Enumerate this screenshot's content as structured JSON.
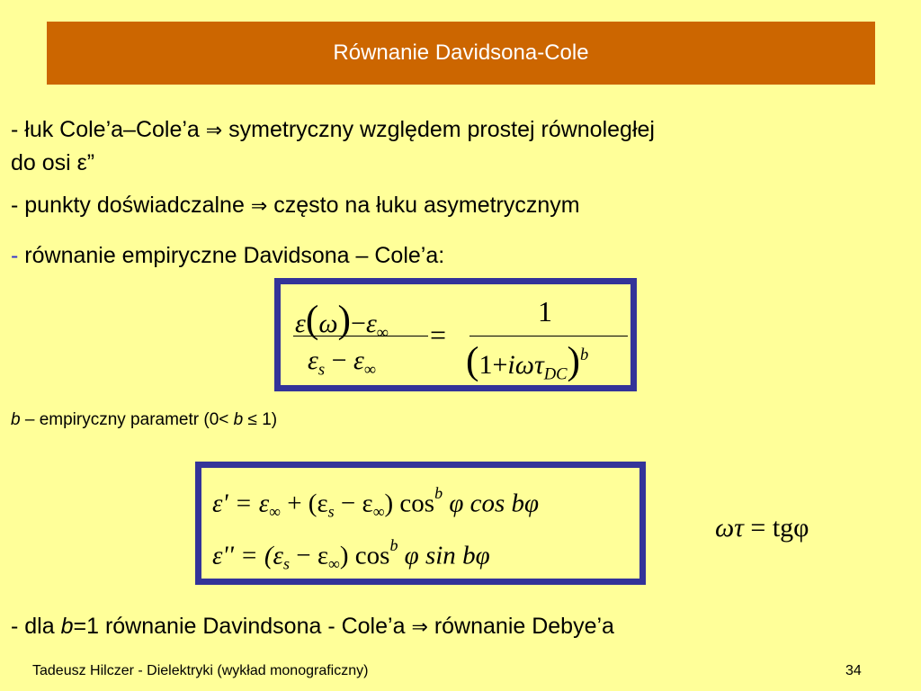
{
  "title": "Równanie Davidsona-Cole",
  "bullets": {
    "b1_part1": "- łuk Cole’a–Cole’a",
    "b1_arrow": "⇒",
    "b1_part2": "symetryczny względem prostej równoległej",
    "b1_line2": "do osi ε”",
    "b2_part1": "- punkty doświadczalne",
    "b2_arrow": "⇒",
    "b2_part2": "często na łuku asymetrycznym",
    "b3_dash": "-",
    "b3_text": "równanie empiryczne Davidsona – Cole’a:",
    "b4_part1": "- dla",
    "b4_var": "b",
    "b4_part2": "=1 równanie Davindsona - Cole’a",
    "b4_arrow": "⇒",
    "b4_part3": "równanie Debye’a"
  },
  "formula1": {
    "num_eps": "ε",
    "num_lp": "(",
    "num_omega": "ω",
    "num_rp": ")",
    "num_minus": "−",
    "num_eps2": "ε",
    "num_inf": "∞",
    "den_eps": "ε",
    "den_s": "s",
    "den_minus": "−",
    "den_eps2": "ε",
    "den_inf": "∞",
    "equals": "=",
    "rhs_num": "1",
    "rhs_lp": "(",
    "rhs_one": "1",
    "rhs_plus": "+",
    "rhs_i": "i",
    "rhs_omega": "ω",
    "rhs_tau": "τ",
    "rhs_dc": "DC",
    "rhs_rp": ")",
    "rhs_b": "b"
  },
  "note": {
    "var_b": "b",
    "text1": " – empiryczny parametr (0< ",
    "var_b2": "b",
    "text2": " ≤ 1)"
  },
  "formula2": {
    "l1_a": "ε' = ε",
    "l1_inf": "∞",
    "l1_b": " + (ε",
    "l1_s": "s",
    "l1_c": " − ε",
    "l1_inf2": "∞",
    "l1_d": ") cos",
    "l1_sup": "b",
    "l1_e": " φ cos ",
    "l1_bvar": "b",
    "l1_f": "φ",
    "l2_a": "ε'' = (ε",
    "l2_s": "s",
    "l2_b": " − ε",
    "l2_inf": "∞",
    "l2_c": ") cos",
    "l2_sup": "b",
    "l2_d": " φ sin ",
    "l2_bvar": "b",
    "l2_e": "φ"
  },
  "side_formula": {
    "lhs": "ωτ",
    "eq": "=",
    "rhs": "tgφ"
  },
  "footer": {
    "author": "Tadeusz Hilczer - Dielektryki (wykład monograficzny)",
    "page": "34"
  }
}
